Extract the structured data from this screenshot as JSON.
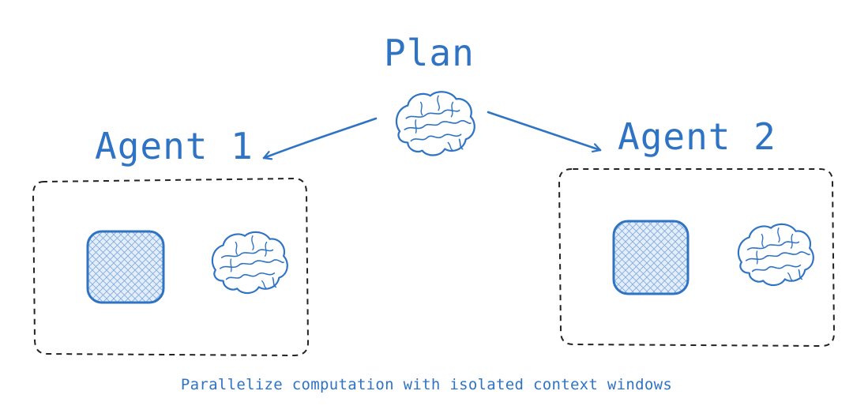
{
  "diagram": {
    "title": "Plan",
    "agents": [
      {
        "label": "Agent 1"
      },
      {
        "label": "Agent 2"
      }
    ],
    "caption": "Parallelize computation with isolated context windows",
    "icons": {
      "planner": "brain-icon",
      "agent_context": "context-window-icon",
      "agent_model": "brain-icon"
    }
  },
  "colors": {
    "accent": "#2f73c4",
    "fill": "#dce9f8",
    "box_border": "#222222"
  }
}
